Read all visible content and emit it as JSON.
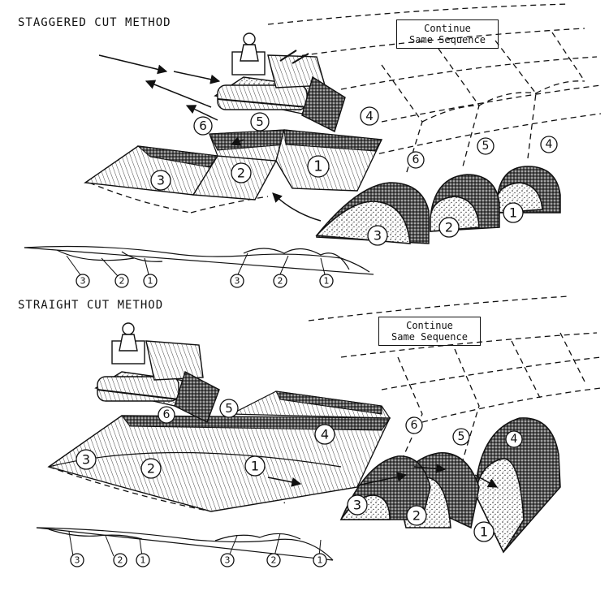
{
  "staggered": {
    "title": "STAGGERED CUT METHOD",
    "note_line1": "Continue",
    "note_line2": "Same Sequence",
    "cut_labels": [
      "1",
      "2",
      "3",
      "4",
      "5",
      "6"
    ],
    "pile_labels": [
      "1",
      "2",
      "3",
      "4",
      "5",
      "6"
    ],
    "profile_labels": [
      "3",
      "2",
      "1",
      "3",
      "2",
      "1"
    ]
  },
  "straight": {
    "title": "STRAIGHT CUT METHOD",
    "note_line1": "Continue",
    "note_line2": "Same Sequence",
    "cut_labels": [
      "1",
      "2",
      "3",
      "4",
      "5",
      "6"
    ],
    "pile_labels": [
      "1",
      "2",
      "3",
      "4",
      "5",
      "6"
    ],
    "profile_labels": [
      "3",
      "2",
      "1",
      "3",
      "2",
      "1"
    ]
  }
}
